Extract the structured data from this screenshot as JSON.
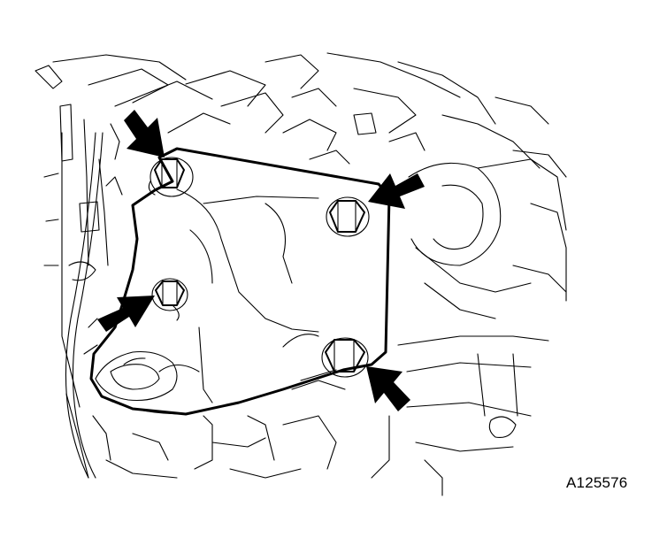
{
  "figure": {
    "reference_code": "A125576"
  },
  "callouts": [
    {
      "target": "upper-left-bolt",
      "icon": "arrow-icon"
    },
    {
      "target": "upper-right-bolt",
      "icon": "arrow-icon"
    },
    {
      "target": "middle-left-bolt",
      "icon": "arrow-icon"
    },
    {
      "target": "lower-right-bolt",
      "icon": "arrow-icon"
    }
  ],
  "colors": {
    "line": "#000000",
    "background": "#ffffff"
  }
}
